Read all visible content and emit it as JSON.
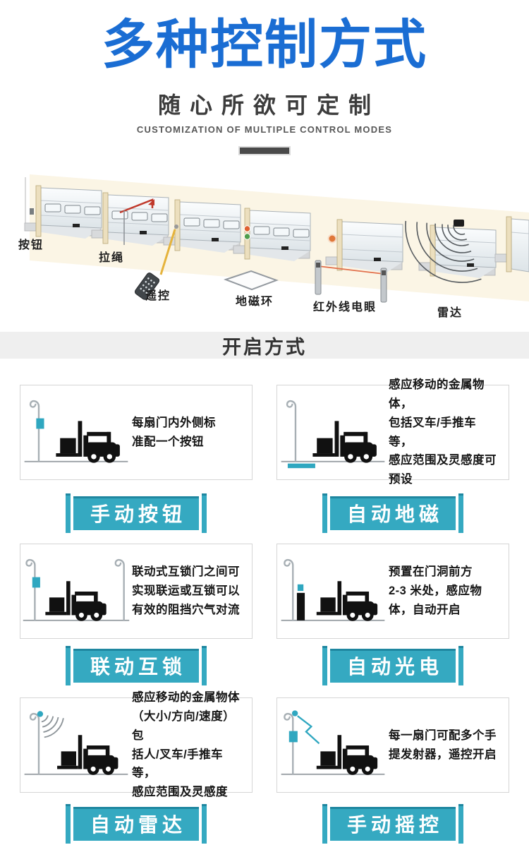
{
  "header": {
    "title": "多种控制方式",
    "subtitle": "随心所欲可定制",
    "caption": "CUSTOMIZATION OF MULTIPLE CONTROL MODES"
  },
  "diagram": {
    "labels": [
      "按钮",
      "拉绳",
      "遥控",
      "地磁环",
      "红外线电眼",
      "雷达"
    ]
  },
  "section": {
    "title": "开启方式"
  },
  "cards": [
    {
      "banner": "手动按钮",
      "lines": [
        "每扇门内外侧标",
        "准配一个按钮"
      ]
    },
    {
      "banner": "自动地磁",
      "lines": [
        "感应移动的金属物体，",
        "包括叉车/手推车等，",
        "感应范围及灵感度可",
        "预设"
      ]
    },
    {
      "banner": "联动互锁",
      "lines": [
        "联动式互锁门之间可",
        "实现联运或互锁可以",
        "有效的阻挡穴气对流"
      ]
    },
    {
      "banner": "自动光电",
      "lines": [
        "预置在门洞前方",
        "2-3 米处，感应物",
        "体，自动开启"
      ]
    },
    {
      "banner": "自动雷达",
      "lines": [
        "感应移动的金属物体",
        "（大小/方向/速度）包",
        "括人/叉车/手推车等，",
        "感应范围及灵感度"
      ]
    },
    {
      "banner": "手动摇控",
      "lines": [
        "每一扇门可配多个手",
        "提发射器，遥控开启"
      ]
    }
  ],
  "colors": {
    "title_blue": "#1a6dd3",
    "teal": "#35a9c1",
    "teal_dark": "#1f87a0",
    "band_gray": "#efefef",
    "divider_gray": "#4a4a4a",
    "text_dark": "#161616"
  }
}
